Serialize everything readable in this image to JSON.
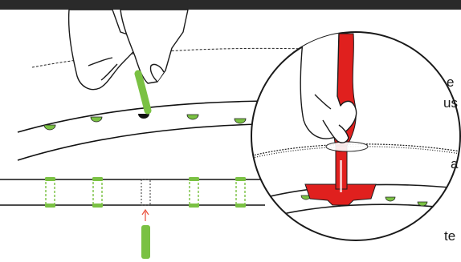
{
  "text_fragments": [
    "e",
    "us",
    "a",
    "te"
  ],
  "colors": {
    "top_bar": "#2a2a2a",
    "outline": "#1a1a1a",
    "accent_green": "#7ac143",
    "tool_red": "#e0201e",
    "pointer_red": "#e94e3a",
    "background": "#ffffff"
  },
  "icons": {
    "hand_top": "hand-placing-plug-icon",
    "hand_zoom": "hand-pressing-tool-icon",
    "tool": "red-insertion-tool-icon",
    "plug": "green-plug-icon"
  }
}
